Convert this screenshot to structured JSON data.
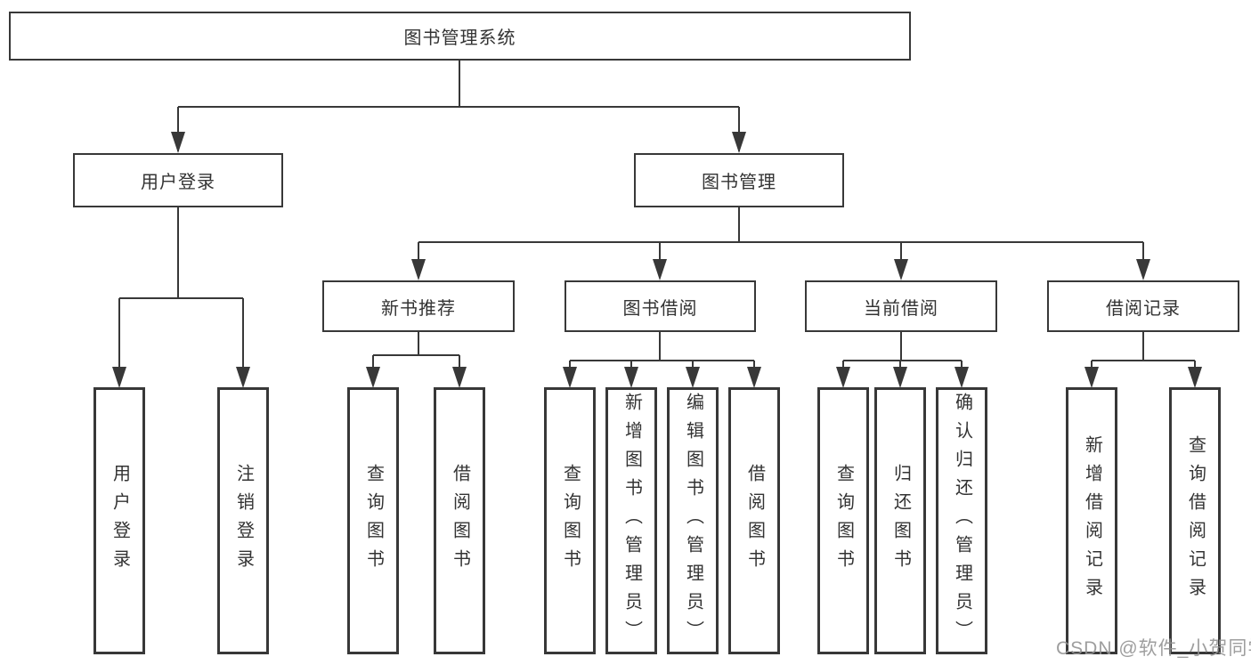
{
  "diagram": {
    "type": "hierarchy-tree",
    "tree": {
      "root": {
        "label": "图书管理系统"
      },
      "branches": [
        {
          "label": "用户登录",
          "children": [
            {
              "label": "用户登录"
            },
            {
              "label": "注销登录"
            }
          ]
        },
        {
          "label": "图书管理",
          "children": [
            {
              "label": "新书推荐",
              "children": [
                {
                  "label": "查询图书"
                },
                {
                  "label": "借阅图书"
                }
              ]
            },
            {
              "label": "图书借阅",
              "children": [
                {
                  "label": "查询图书"
                },
                {
                  "label": "新增图书（管理员）"
                },
                {
                  "label": "编辑图书（管理员）"
                },
                {
                  "label": "借阅图书"
                }
              ]
            },
            {
              "label": "当前借阅",
              "children": [
                {
                  "label": "查询图书"
                },
                {
                  "label": "归还图书"
                },
                {
                  "label": "确认归还（管理员）"
                }
              ]
            },
            {
              "label": "借阅记录",
              "children": [
                {
                  "label": "新增借阅记录"
                },
                {
                  "label": "查询借阅记录"
                }
              ]
            }
          ]
        }
      ]
    },
    "colors": {
      "line": "#383838",
      "box_border": "#383838",
      "box_fill": "#ffffff",
      "text": "#333333",
      "watermark": "#949494"
    }
  },
  "watermark": "CSDN @软件_小贺同学"
}
